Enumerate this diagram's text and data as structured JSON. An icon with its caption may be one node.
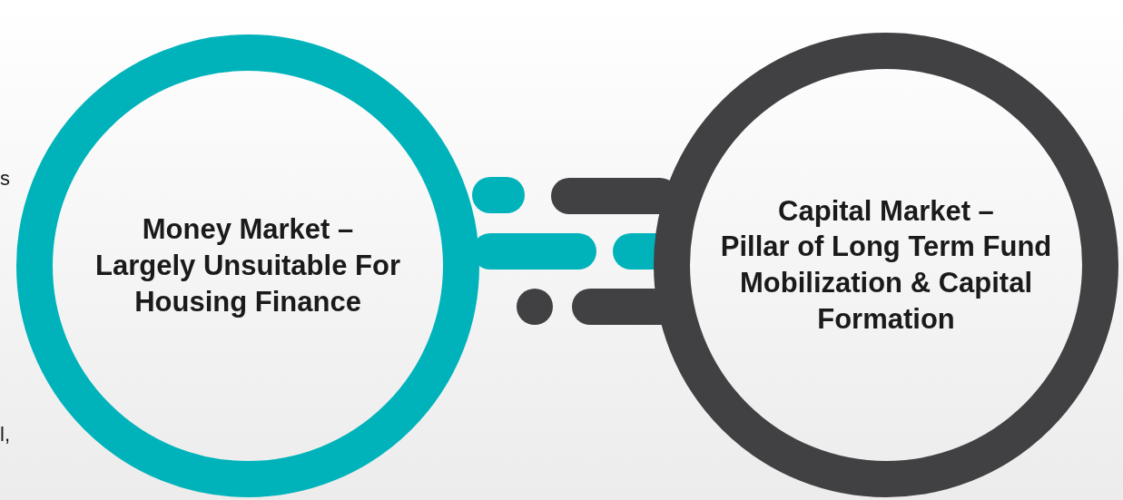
{
  "diagram": {
    "nodes": [
      {
        "text": [
          "Money Market –",
          "Largely Unsuitable For Housing Finance"
        ]
      },
      {
        "text": [
          "Capital Market –",
          "Pillar of Long Term Fund Mobilization & Capital Formation"
        ]
      }
    ],
    "labels": [
      "s",
      "l,"
    ]
  }
}
